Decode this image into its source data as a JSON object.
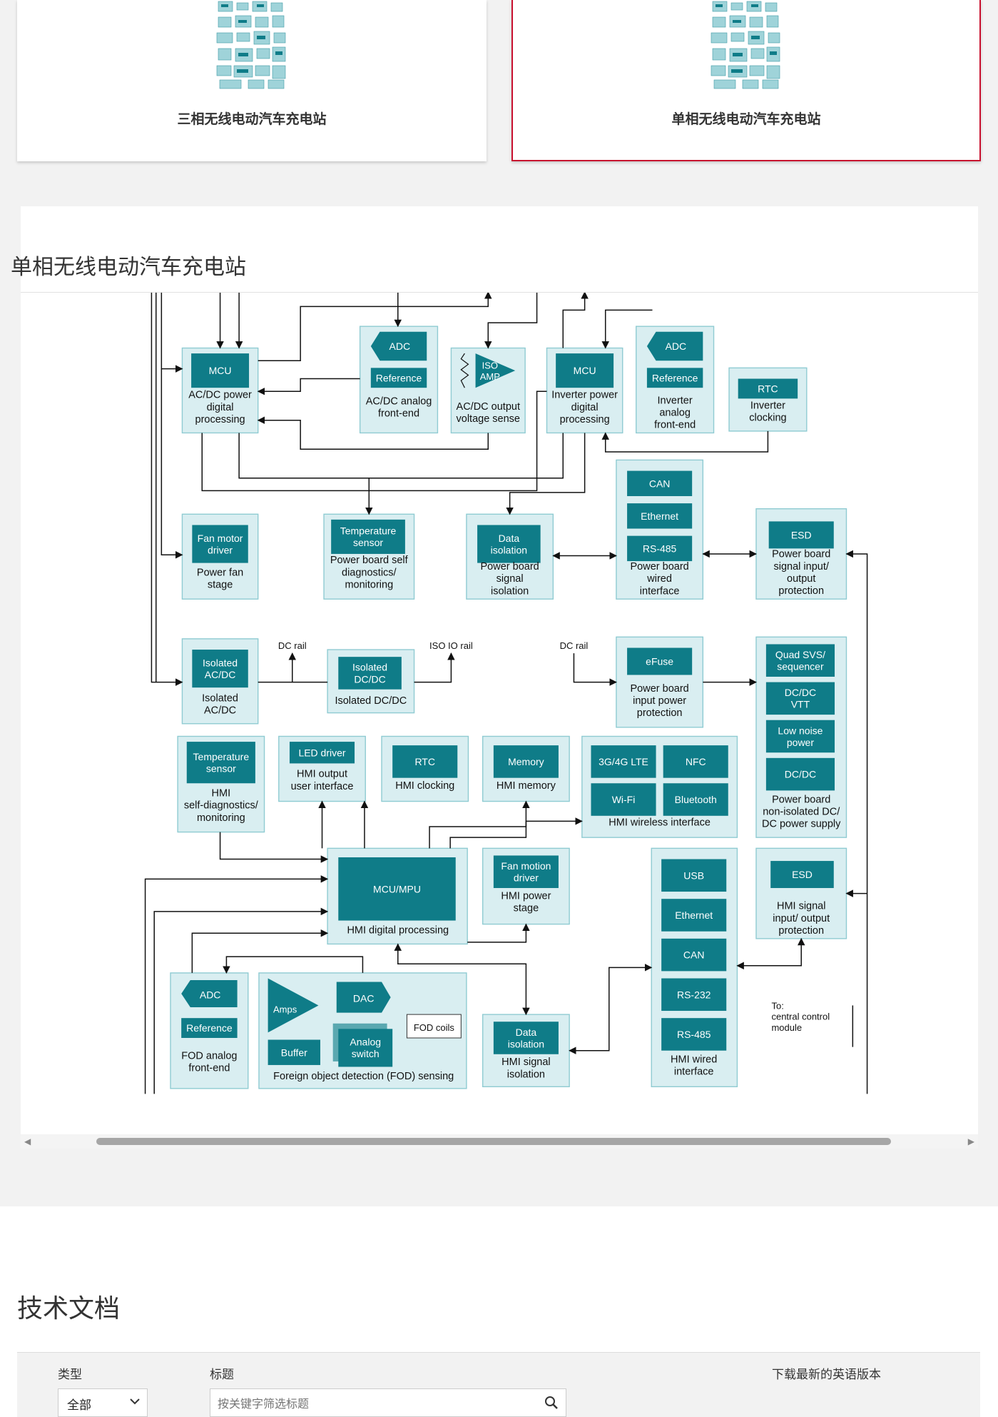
{
  "cards": [
    {
      "caption": "三相无线电动汽车充电站",
      "selected": false
    },
    {
      "caption": "单相无线电动汽车充电站",
      "selected": true
    }
  ],
  "diagram": {
    "title": "单相无线电动汽车充电站",
    "colors": {
      "block_bg": "#d9eef1",
      "block_border": "#8fcbd2",
      "chip": "#0f7c88",
      "line": "#111111"
    },
    "labels": {
      "mcu1_chip": "MCU",
      "mcu1_desc": "AC/DC power digital processing",
      "adc1_chip": "ADC",
      "ref1_chip": "Reference",
      "adc1_desc": "AC/DC analog front-end",
      "iso_amp_chip": "ISO AMP",
      "iso_amp_desc": "AC/DC output voltage sense",
      "mcu2_chip": "MCU",
      "mcu2_desc": "Inverter power digital processing",
      "adc2_chip": "ADC",
      "ref2_chip": "Reference",
      "adc2_desc": "Inverter analog front-end",
      "rtc1_chip": "RTC",
      "rtc1_desc": "Inverter clocking",
      "fan_chip": "Fan motor driver",
      "fan_desc": "Power fan stage",
      "temp1_chip": "Temperature sensor",
      "temp1_desc": "Power board self diagnostics/ monitoring",
      "dataiso1_chip": "Data isolation",
      "dataiso1_desc": "Power board signal isolation",
      "can1_chip": "CAN",
      "eth1_chip": "Ethernet",
      "rs485_1_chip": "RS-485",
      "wired1_desc": "Power board wired interface",
      "esd1_chip": "ESD",
      "esd1_desc": "Power board signal input/ output protection",
      "isoacdc_chip": "Isolated AC/DC",
      "isoacdc_desc": "Isolated AC/DC",
      "dc_rail_1": "DC rail",
      "iso_io_rail": "ISO IO rail",
      "dc_rail_2": "DC rail",
      "isodcdc_chip": "Isolated DC/DC",
      "isodcdc_desc": "Isolated DC/DC",
      "efuse_chip": "eFuse",
      "efuse_desc": "Power board input power protection",
      "svs_chip": "Quad SVS/ sequencer",
      "vtt_chip": "DC/DC VTT",
      "lnp_chip": "Low noise power",
      "dcdc_chip": "DC/DC",
      "psu_desc": "Power board non-isolated DC/ DC power supply",
      "temp2_chip": "Temperature sensor",
      "temp2_desc": "HMI self-diagnostics/ monitoring",
      "led_chip": "LED driver",
      "led_desc": "HMI output user interface",
      "rtc2_chip": "RTC",
      "rtc2_desc": "HMI clocking",
      "mem_chip": "Memory",
      "mem_desc": "HMI memory",
      "lte_chip": "3G/4G LTE",
      "nfc_chip": "NFC",
      "wifi_chip": "Wi-Fi",
      "bt_chip": "Bluetooth",
      "wireless_desc": "HMI wireless interface",
      "mpu_chip": "MCU/MPU",
      "mpu_desc": "HMI digital processing",
      "fan2_chip": "Fan motion driver",
      "fan2_desc": "HMI power stage",
      "usb_chip": "USB",
      "eth2_chip": "Ethernet",
      "can2_chip": "CAN",
      "rs232_chip": "RS-232",
      "rs485_2_chip": "RS-485",
      "wired2_desc": "HMI wired interface",
      "esd2_chip": "ESD",
      "esd2_desc": "HMI signal input/ output protection",
      "adc3_chip": "ADC",
      "ref3_chip": "Reference",
      "adc3_desc": "FOD analog front-end",
      "amps_chip": "Amps",
      "dac_chip": "DAC",
      "fod_coils": "FOD coils",
      "buffer_chip": "Buffer",
      "analog_sw_chip": "Analog switch",
      "fod_desc": "Foreign object detection (FOD) sensing",
      "dataiso2_chip": "Data isolation",
      "dataiso2_desc": "HMI signal isolation",
      "central_note": "To: central control module"
    }
  },
  "tech_docs": {
    "title": "技术文档",
    "type_label": "类型",
    "type_value": "全部",
    "title_label": "标题",
    "search_placeholder": "按关键字筛选标题",
    "download_label": "下载最新的英语版本"
  }
}
